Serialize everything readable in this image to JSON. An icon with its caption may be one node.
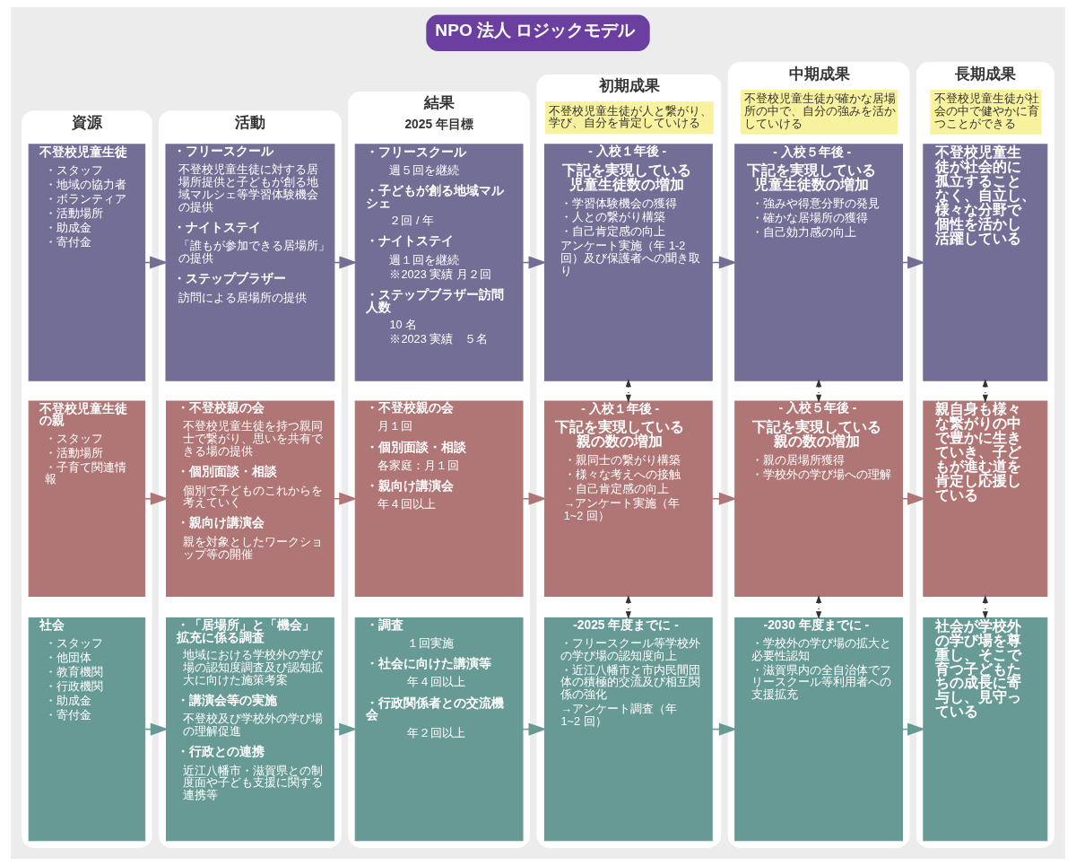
{
  "diagram": {
    "title": "NPO 法人 ロジックモデル",
    "nodes": [
      {
        "text": [
          "資源"
        ]
      },
      {
        "text": [
          "不登校児童生徒",
          "・スタッフ",
          "・地域の協力者",
          "・ボランティア",
          "・活動場所",
          "・助成金",
          "・寄付金"
        ],
        "in": 0
      },
      {
        "text": [
          "不登校児童生徒の親",
          "・スタッフ",
          "・活動場所",
          "・子育て関連情報"
        ],
        "in": 0
      },
      {
        "text": [
          "社会",
          "・スタッフ",
          "・他団体",
          "・教育機関",
          "・行政機関",
          "・助成金",
          "・寄付金"
        ],
        "in": 0
      },
      {
        "text": [
          "活動"
        ]
      },
      {
        "text": [
          "・フリースクール",
          "不登校児童生徒に対する居場所提供と子どもが創る地域マルシェ等学習体験機会の提供",
          "・ナイトステイ",
          "「誰もが参加できる居場所」の提供",
          "・ステップブラザー",
          "訪問による居場所の提供"
        ],
        "in": 4
      },
      {
        "text": [
          "・不登校親の会",
          "不登校児童生徒を持つ親同士で繋がり、思いを共有できる場の提供",
          "・個別面談・相談",
          "個別で子どものこれからを考えていく",
          "・親向け講演会",
          "親を対象としたワークショップ等の開催"
        ],
        "in": 4
      },
      {
        "text": [
          "・「居場所」と「機会」拡充に係る調査",
          "地域における学校外の学び場の認知度調査及び認知拡大に向けた施策考案",
          "・講演会等の実施",
          "不登校及び学校外の学び場の理解促進",
          "・行政との連携",
          "近江八幡市・滋賀県との制度面や子ども支援に関する連携等"
        ],
        "in": 4
      },
      {
        "text": [
          "結果",
          "2025 年目標"
        ]
      },
      {
        "text": [
          "・フリースクール",
          "週５回を継続",
          "・子どもが創る地域マルシェ",
          "２回 / 年",
          "・ナイトステイ",
          "週１回を継続",
          "※2023 実績 月２回",
          "・ステップブラザー訪問人数",
          "10 名",
          "※2023 実績　５名"
        ],
        "in": 8
      },
      {
        "text": [
          "・不登校親の会",
          "月１回",
          "・個別面談・相談",
          "各家庭：月１回",
          "・親向け講演会",
          "年４回以上"
        ],
        "in": 8
      },
      {
        "text": [
          "・調査",
          "１回実施",
          "・社会に向けた講演等",
          "年４回以上",
          "・行政関係者との交流機会",
          "年２回以上"
        ],
        "in": 8
      },
      {
        "text": [
          "初期成果",
          "不登校児童生徒が人と繋がり、学び、自分を肯定していける"
        ]
      },
      {
        "text": [
          "- 入校１年後 -",
          "下記を実現している児童生徒数の増加",
          "・学習体験機会の獲得",
          "・人との繋がり構築",
          "・自己肯定感の向上",
          "アンケート実施（年 1-2 回）及び保護者への聞き取り"
        ],
        "in": 12
      },
      {
        "text": [
          "- 入校１年後 -",
          "下記を実現している親の数の増加",
          "・親同士の繋がり構築",
          "・様々な考えへの接触",
          "・自己肯定感の向上",
          "→アンケート実施（年 1~2 回）"
        ],
        "in": 12
      },
      {
        "text": [
          "-2025 年度までに -",
          "・フリースクール等学校外の学び場の認知度向上",
          "・近江八幡市と市内民間団体の積極的交流及び相互関係の強化",
          "→アンケート調査（年 1~2 回）"
        ],
        "in": 12
      },
      {
        "text": [
          "中期成果",
          "不登校児童生徒が確かな居場所の中で、自分の強みを活かしていける"
        ]
      },
      {
        "text": [
          "- 入校５年後 -",
          "下記を実現している児童生徒数の増加",
          "・強みや得意分野の発見",
          "・確かな居場所の獲得",
          "・自己効力感の向上"
        ],
        "in": 16
      },
      {
        "text": [
          "- 入校５年後 -",
          "下記を実現している親の数の増加",
          "・親の居場所獲得",
          "・学校外の学び場への理解"
        ],
        "in": 16
      },
      {
        "text": [
          "-2030 年度までに -",
          "・学校外の学び場の拡大と必要性認知",
          "・滋賀県内の全自治体でフリースクール等利用者への支援拡充"
        ],
        "in": 16
      },
      {
        "text": [
          "長期成果",
          "不登校児童生徒が社会の中で健やかに育つことができる"
        ]
      },
      {
        "text": [
          "不登校児童生徒が社会的に孤立することなく、自立し、様々な分野で個性を活かし活躍している"
        ],
        "in": 20
      },
      {
        "text": [
          "親自身も様々な繋がりの中で豊かに生きていき、子どもが進む道を肯定し応援している"
        ],
        "in": 20
      },
      {
        "text": [
          "社会が学校外の学び場を尊重し、そこで育つ子どもたちの成長に寄与し、見守っている"
        ],
        "in": 20
      }
    ],
    "edges": [
      {
        "from": 1,
        "to": 5,
        "arrow": "to",
        "color": "#736e95"
      },
      {
        "from": 5,
        "to": 9,
        "arrow": "to",
        "color": "#736e95"
      },
      {
        "from": 9,
        "to": 13,
        "arrow": "to",
        "color": "#736e95"
      },
      {
        "from": 13,
        "to": 17,
        "arrow": "to",
        "color": "#736e95"
      },
      {
        "from": 17,
        "to": 21,
        "arrow": "to",
        "color": "#736e95"
      },
      {
        "from": 2,
        "to": 6,
        "arrow": "to",
        "color": "#b07575"
      },
      {
        "from": 6,
        "to": 10,
        "arrow": "to",
        "color": "#b07575"
      },
      {
        "from": 10,
        "to": 14,
        "arrow": "to",
        "color": "#b07575"
      },
      {
        "from": 14,
        "to": 18,
        "arrow": "to",
        "color": "#b07575"
      },
      {
        "from": 18,
        "to": 22,
        "arrow": "to",
        "color": "#b07575"
      },
      {
        "from": 3,
        "to": 7,
        "arrow": "to",
        "color": "#679a94"
      },
      {
        "from": 7,
        "to": 11,
        "arrow": "to",
        "color": "#679a94"
      },
      {
        "from": 11,
        "to": 15,
        "arrow": "to",
        "color": "#679a94"
      },
      {
        "from": 15,
        "to": 19,
        "arrow": "to",
        "color": "#679a94"
      },
      {
        "from": 19,
        "to": 23,
        "arrow": "to",
        "color": "#679a94"
      },
      {
        "from": 13,
        "to": 14,
        "arrow": "both",
        "style": "dashed",
        "color": "#333333"
      },
      {
        "from": 14,
        "to": 15,
        "arrow": "both",
        "style": "dashed",
        "color": "#333333"
      },
      {
        "from": 17,
        "to": 18,
        "arrow": "both",
        "style": "dashed",
        "color": "#333333"
      },
      {
        "from": 18,
        "to": 19,
        "arrow": "both",
        "style": "dashed",
        "color": "#333333"
      },
      {
        "from": 21,
        "to": 22,
        "arrow": "both",
        "style": "dashed",
        "color": "#333333"
      },
      {
        "from": 22,
        "to": 23,
        "arrow": "both",
        "style": "dashed",
        "color": "#333333"
      }
    ]
  }
}
